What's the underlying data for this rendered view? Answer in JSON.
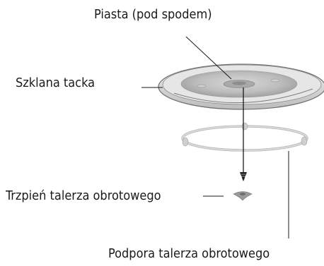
{
  "labels": {
    "hub": "Piasta (pod spodem)",
    "glass_tray": "Szklana tacka",
    "coupler": "Trzpień talerza obrotowego",
    "roller_ring": "Podpora talerza obrotowego"
  }
}
